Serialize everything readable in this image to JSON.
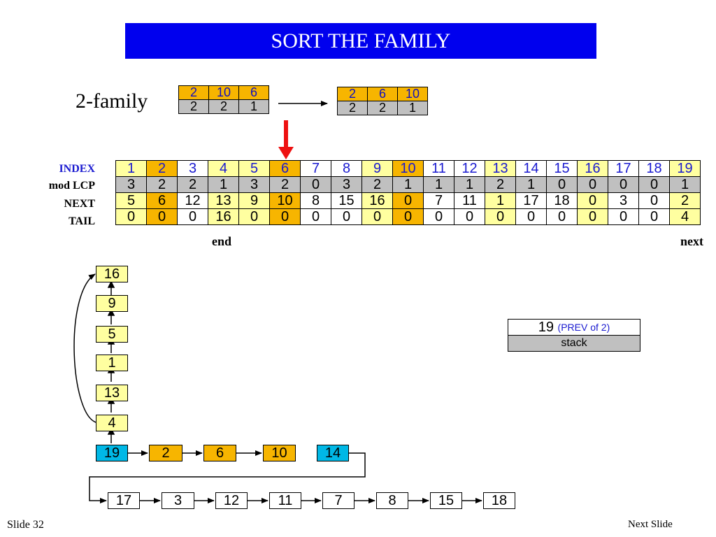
{
  "title": "SORT THE FAMILY",
  "family_label": "2-family",
  "family_before": {
    "top": [
      "2",
      "10",
      "6"
    ],
    "bottom": [
      "2",
      "2",
      "1"
    ]
  },
  "family_after": {
    "top": [
      "2",
      "6",
      "10"
    ],
    "bottom": [
      "2",
      "2",
      "1"
    ]
  },
  "row_labels": {
    "index": "INDEX",
    "lcp": "mod LCP",
    "next": "NEXT",
    "tail": "TAIL"
  },
  "index_row": [
    "1",
    "2",
    "3",
    "4",
    "5",
    "6",
    "7",
    "8",
    "9",
    "10",
    "11",
    "12",
    "13",
    "14",
    "15",
    "16",
    "17",
    "18",
    "19"
  ],
  "lcp_row": [
    "3",
    "2",
    "2",
    "1",
    "3",
    "2",
    "0",
    "3",
    "2",
    "1",
    "1",
    "1",
    "2",
    "1",
    "0",
    "0",
    "0",
    "0",
    "1"
  ],
  "next_row": [
    "5",
    "6",
    "12",
    "13",
    "9",
    "10",
    "8",
    "15",
    "16",
    "0",
    "7",
    "11",
    "1",
    "17",
    "18",
    "0",
    "3",
    "0",
    "2"
  ],
  "tail_row": [
    "0",
    "0",
    "0",
    "16",
    "0",
    "0",
    "0",
    "0",
    "0",
    "0",
    "0",
    "0",
    "0",
    "0",
    "0",
    "0",
    "0",
    "0",
    "4"
  ],
  "labels": {
    "end": "end",
    "next": "next"
  },
  "vertical_chain": [
    "16",
    "9",
    "5",
    "1",
    "13",
    "4"
  ],
  "chain_row1": [
    "19",
    "2",
    "6",
    "10",
    "14"
  ],
  "chain_row2": [
    "17",
    "3",
    "12",
    "11",
    "7",
    "8",
    "15",
    "18"
  ],
  "stack": {
    "value": "19",
    "note": "(PREV of 2)",
    "label": "stack"
  },
  "footer": {
    "slide": "Slide 32",
    "next": "Next Slide"
  },
  "colors": {
    "title_bg": "#0000ee",
    "orange": "#f7b500",
    "yellow": "#ffffa0",
    "gray": "#c0c0c0",
    "cyan": "#00b8e6",
    "red_arrow": "#ee1111"
  }
}
